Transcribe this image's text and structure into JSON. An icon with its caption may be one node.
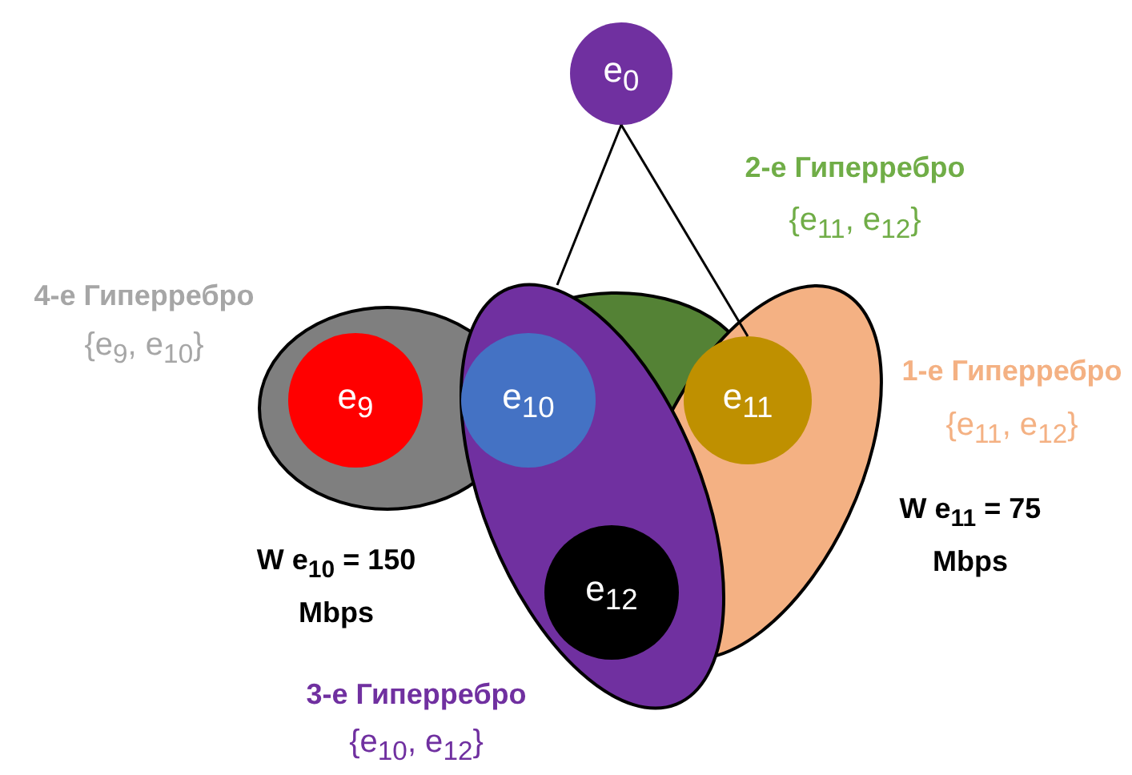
{
  "diagram": {
    "nodes": [
      {
        "text": [
          "e$_{0}$"
        ]
      },
      {
        "text": [
          "4-е Гиперребро",
          "{e$_{9}$, e$_{10}$}"
        ]
      },
      {
        "text": [
          "2-е Гиперребро",
          "{e$_{11}$, e$_{12}$}"
        ]
      },
      {
        "text": [
          "1-е Гиперребро",
          "{e$_{11}$, e$_{12}$}"
        ]
      },
      {
        "text": [
          "3-е Гиперребро",
          "{e$_{10}$, e$_{12}$}"
        ]
      },
      {
        "text": [
          "e$_{9}$"
        ],
        "in": 1
      },
      {
        "text": [
          "e$_{10}$"
        ],
        "in": 4
      },
      {
        "text": [
          "e$_{11}$"
        ],
        "in": 3
      },
      {
        "text": [
          "e$_{12}$"
        ],
        "in": 4
      }
    ],
    "edges": [
      {
        "from": 0,
        "to": 4,
        "arrow": "none"
      },
      {
        "from": 0,
        "to": 7,
        "arrow": "none"
      }
    ],
    "labels": [
      "W e$_{10}$ = 150 Mbps",
      "W e$_{11}$ = 75 Mbps"
    ]
  }
}
